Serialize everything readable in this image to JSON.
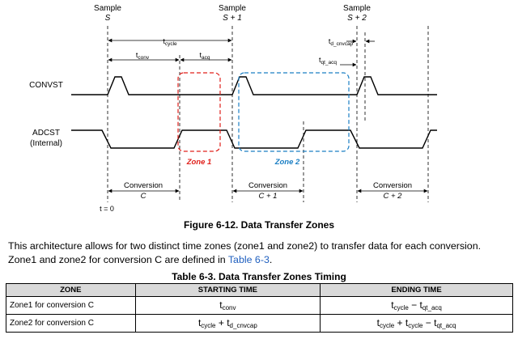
{
  "diagram": {
    "samples": [
      {
        "word": "Sample",
        "var": "S"
      },
      {
        "word": "Sample",
        "var": "S + 1"
      },
      {
        "word": "Sample",
        "var": "S + 2"
      }
    ],
    "timing": {
      "tcycle": {
        "base": "t",
        "sub": "cycle"
      },
      "tconv": {
        "base": "t",
        "sub": "conv"
      },
      "tacq": {
        "base": "t",
        "sub": "acq"
      },
      "td_cnvcap": {
        "base": "t",
        "sub": "d_cnvcap"
      },
      "tqt_acq": {
        "base": "t",
        "sub": "qt_acq"
      }
    },
    "signals": {
      "convst": "CONVST",
      "adcst_line1": "ADCST",
      "adcst_line2": "(Internal)"
    },
    "zones": {
      "zone1": {
        "label": "Zone 1",
        "color": "#e0201b"
      },
      "zone2": {
        "label": "Zone 2",
        "color": "#1b7fc4"
      }
    },
    "conversions": [
      {
        "word": "Conversion",
        "var": "C"
      },
      {
        "word": "Conversion",
        "var": "C + 1"
      },
      {
        "word": "Conversion",
        "var": "C + 2"
      }
    ],
    "t0": "t = 0"
  },
  "figure_caption": "Figure 6-12. Data Transfer Zones",
  "paragraph": {
    "text1": "This architecture allows for two distinct time zones (zone1 and zone2) to transfer data for each conversion. Zone1 and zone2 for conversion C are defined in ",
    "link": "Table 6-3",
    "text2": "."
  },
  "table": {
    "caption": "Table 6-3. Data Transfer Zones Timing",
    "headers": [
      "ZONE",
      "STARTING TIME",
      "ENDING TIME"
    ],
    "rows": [
      {
        "zone": "Zone1 for conversion C",
        "start": [
          {
            "base": "t",
            "sub": "conv"
          }
        ],
        "end": [
          {
            "base": "t",
            "sub": "cycle"
          },
          {
            "op": " − "
          },
          {
            "base": "t",
            "sub": "qt_acq"
          }
        ]
      },
      {
        "zone": "Zone2 for conversion C",
        "start": [
          {
            "base": "t",
            "sub": "cycle"
          },
          {
            "op": " + "
          },
          {
            "base": "t",
            "sub": "d_cnvcap"
          }
        ],
        "end": [
          {
            "base": "t",
            "sub": "cycle"
          },
          {
            "op": " + "
          },
          {
            "base": "t",
            "sub": "cycle"
          },
          {
            "op": " − "
          },
          {
            "base": "t",
            "sub": "qt_acq"
          }
        ]
      }
    ]
  }
}
